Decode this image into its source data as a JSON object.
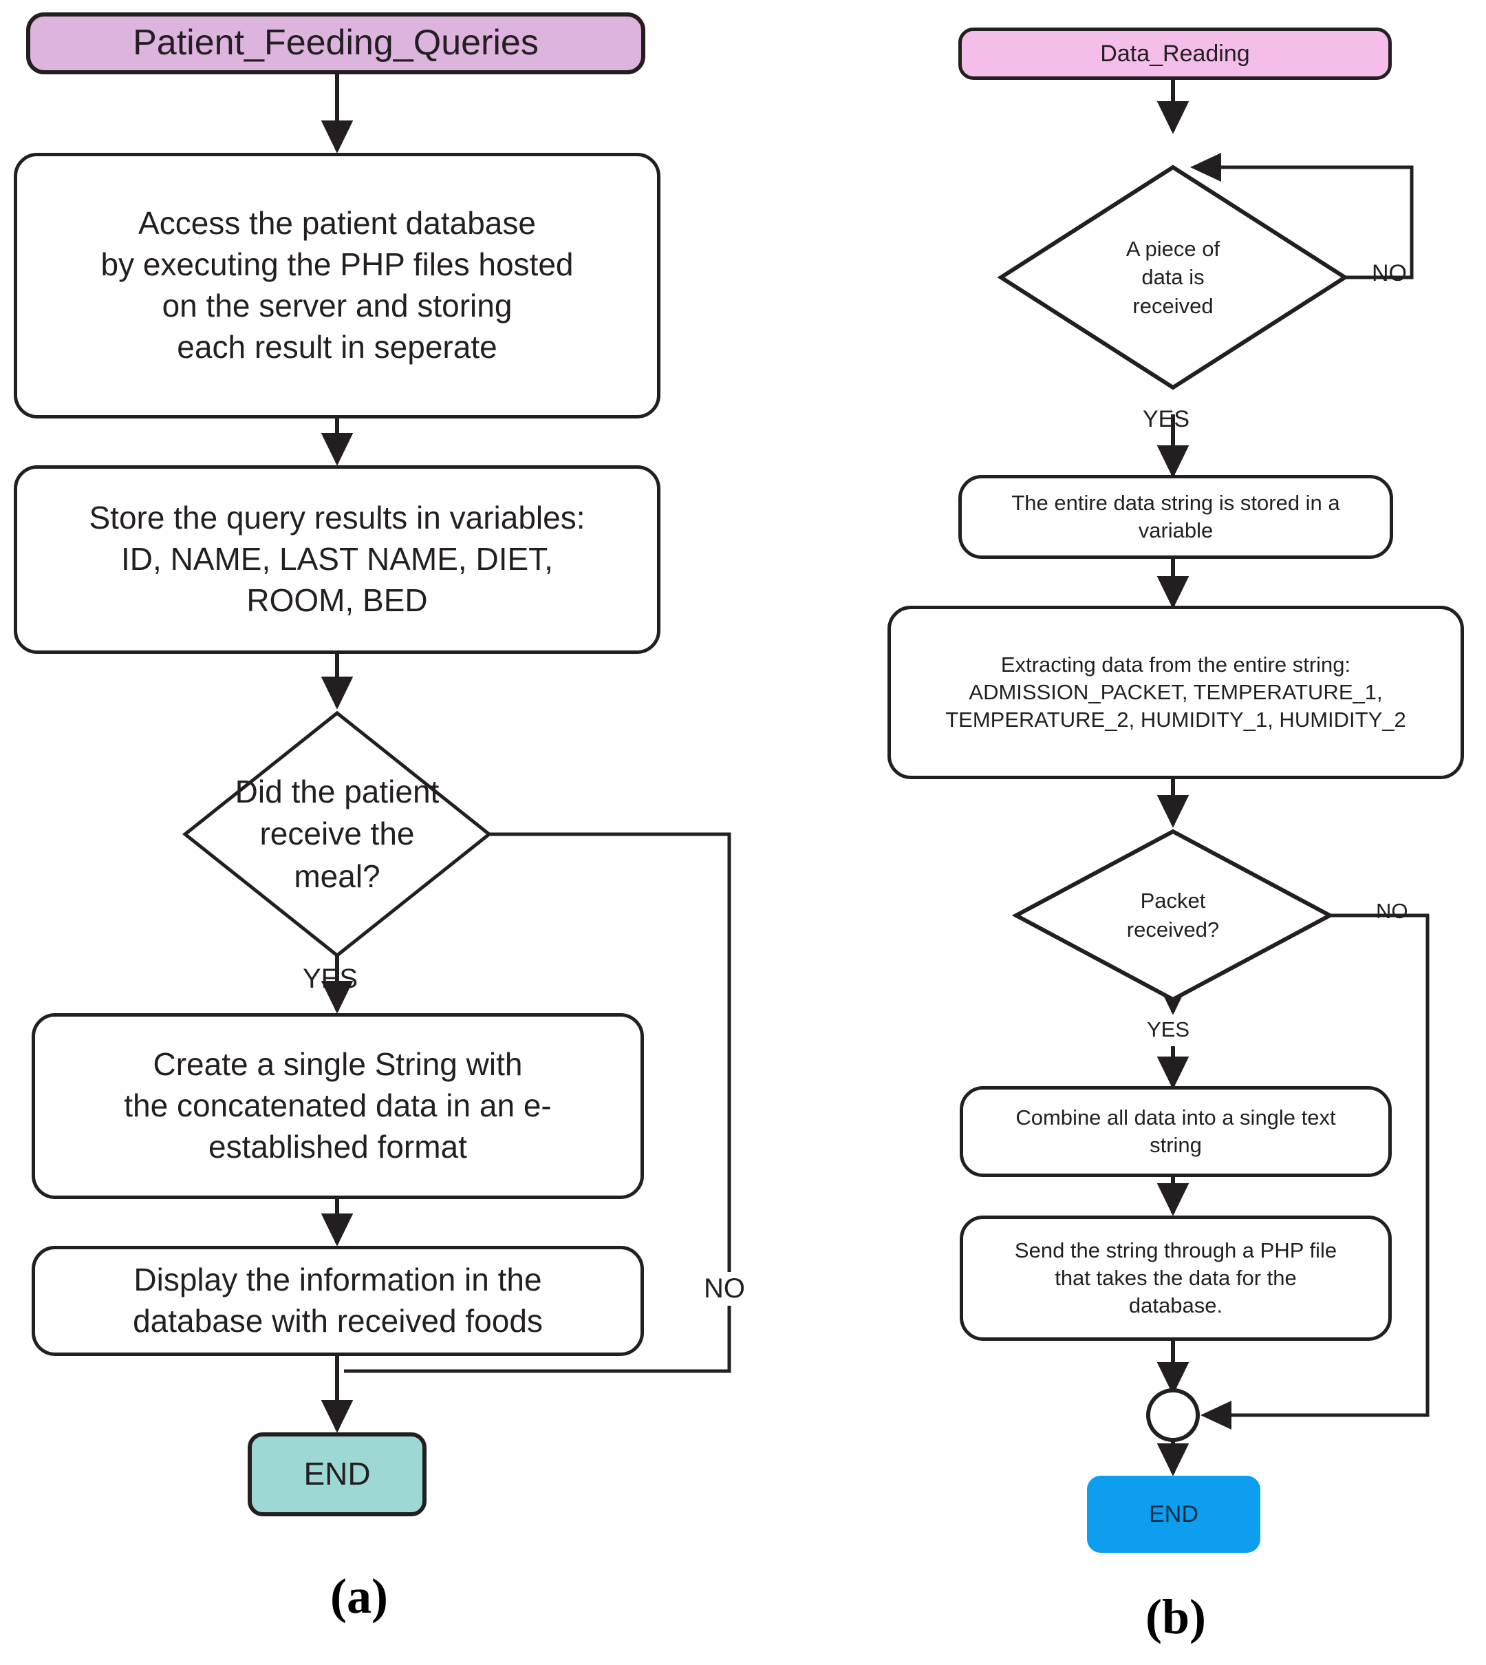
{
  "figure": {
    "panels": [
      {
        "caption": "(a)",
        "title": "Patient_Feeding_Queries",
        "end_label": "END",
        "nodes": [
          {
            "id": "a-start",
            "type": "terminal",
            "text": "Patient_Feeding_Queries",
            "fill": "#dcb4dd"
          },
          {
            "id": "a-access",
            "type": "process",
            "text": "Access the patient database\nby executing the PHP files hosted\non the server and storing\neach result in seperate"
          },
          {
            "id": "a-store",
            "type": "process",
            "text": "Store the query results in variables:\nID, NAME, LAST NAME, DIET,\nROOM, BED"
          },
          {
            "id": "a-decision",
            "type": "decision",
            "text": "Did the patient\nreceive the\nmeal?"
          },
          {
            "id": "a-create",
            "type": "process",
            "text": "Create a single String with\nthe concatenated data in an e-\nestablished format"
          },
          {
            "id": "a-display",
            "type": "process",
            "text": "Display the information in the\ndatabase with received foods"
          },
          {
            "id": "a-end",
            "type": "terminal",
            "text": "END",
            "fill": "#9ed8d5"
          }
        ],
        "edge_labels": {
          "yes": "YES",
          "no": "NO"
        }
      },
      {
        "caption": "(b)",
        "title": "Data_Reading",
        "end_label": "END",
        "nodes": [
          {
            "id": "b-start",
            "type": "terminal",
            "text": "Data_Reading",
            "fill": "#f5bde9"
          },
          {
            "id": "b-decision-1",
            "type": "decision",
            "text": "A piece of\ndata is\nreceived"
          },
          {
            "id": "b-store",
            "type": "process",
            "text": "The entire data string is stored in a\nvariable"
          },
          {
            "id": "b-extract",
            "type": "process",
            "text": "Extracting data from the entire string:\nADMISSION_PACKET, TEMPERATURE_1,\nTEMPERATURE_2, HUMIDITY_1, HUMIDITY_2"
          },
          {
            "id": "b-decision-2",
            "type": "decision",
            "text": "Packet\nreceived?"
          },
          {
            "id": "b-combine",
            "type": "process",
            "text": "Combine all data into a single text\nstring"
          },
          {
            "id": "b-send",
            "type": "process",
            "text": "Send the string through a PHP file\nthat takes the data for the\ndatabase."
          },
          {
            "id": "b-merge",
            "type": "connector",
            "text": ""
          },
          {
            "id": "b-end",
            "type": "terminal",
            "text": "END",
            "fill": "#0d9ef0"
          }
        ],
        "edge_labels": {
          "yes_1": "YES",
          "no_1": "NO",
          "yes_2": "YES",
          "no_2": "NO"
        }
      }
    ],
    "colors": {
      "stroke": "#231f20",
      "purple": "#dcb4dd",
      "pink": "#f5bde9",
      "teal": "#9ed8d5",
      "blue": "#0d9ef0",
      "background": "#ffffff"
    }
  }
}
